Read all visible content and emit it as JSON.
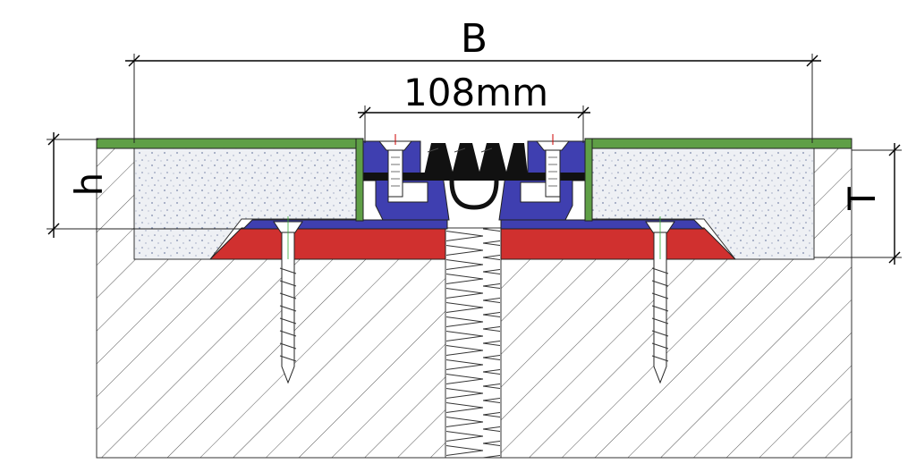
{
  "labels": {
    "width_B": "B",
    "gap_width": "108mm",
    "height_h": "h",
    "thickness_T": "T"
  },
  "colors": {
    "cover_plate": "#5f9f46",
    "aluminium_profile": "#3f3fb0",
    "base_bed": "#d0302f",
    "rubber_insert": "#111111",
    "concrete_fill": "#eef0f4",
    "hatch": "#555555"
  },
  "icons": {
    "bolt": "countersunk-bolt-icon",
    "screw": "anchor-screw-icon"
  }
}
